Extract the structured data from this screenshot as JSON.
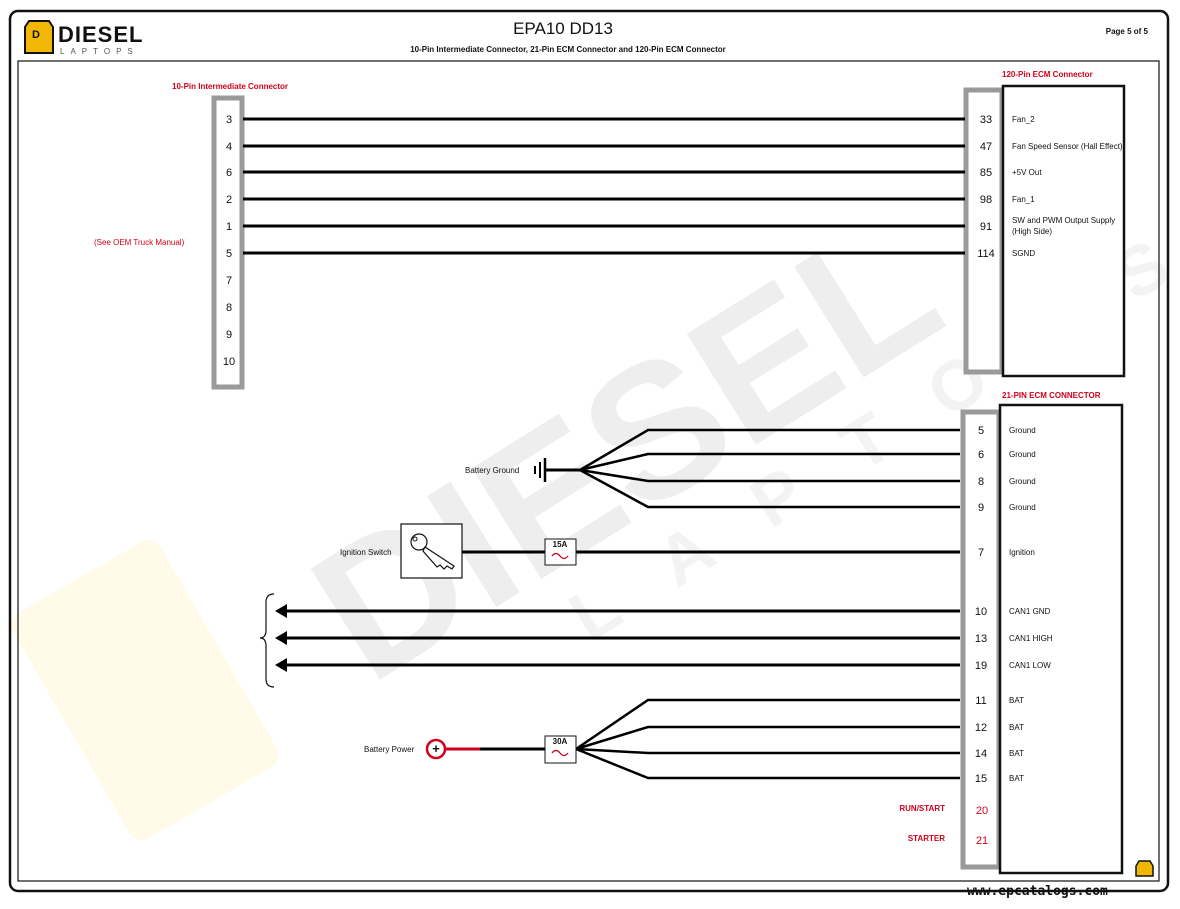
{
  "header": {
    "title": "EPA10 DD13",
    "subtitle": "10-Pin Intermediate Connector, 21-Pin ECM Connector and 120-Pin ECM Connector",
    "page": "Page 5 of 5"
  },
  "logo": {
    "name": "DIESEL",
    "sub": "LAPTOPS",
    "mark": "D"
  },
  "watermark": {
    "name": "DIESEL",
    "sub": "LAPTOPS"
  },
  "url": "www.epcatalogs.com",
  "intermediate_connector": {
    "title": "10-Pin Intermediate Connector",
    "note": "(See OEM Truck Manual)",
    "pins": [
      "3",
      "4",
      "6",
      "2",
      "1",
      "5",
      "7",
      "8",
      "9",
      "10"
    ]
  },
  "ecm120": {
    "title": "120-Pin ECM Connector",
    "pins": [
      {
        "pin": "33",
        "signal": "Fan_2"
      },
      {
        "pin": "47",
        "signal": "Fan Speed Sensor (Hall Effect)"
      },
      {
        "pin": "85",
        "signal": "+5V Out"
      },
      {
        "pin": "98",
        "signal": "Fan_1"
      },
      {
        "pin": "91",
        "signal": "SW and PWM Output Supply",
        "signal2": "(High Side)"
      },
      {
        "pin": "114",
        "signal": "SGND"
      }
    ]
  },
  "ecm21": {
    "title": "21-PIN ECM CONNECTOR",
    "ground_pins": [
      {
        "pin": "5",
        "signal": "Ground"
      },
      {
        "pin": "6",
        "signal": "Ground"
      },
      {
        "pin": "8",
        "signal": "Ground"
      },
      {
        "pin": "9",
        "signal": "Ground"
      }
    ],
    "ignition_pin": {
      "pin": "7",
      "signal": "Ignition"
    },
    "can_pins": [
      {
        "pin": "10",
        "signal": "CAN1 GND"
      },
      {
        "pin": "13",
        "signal": "CAN1 HIGH"
      },
      {
        "pin": "19",
        "signal": "CAN1 LOW"
      }
    ],
    "bat_pins": [
      {
        "pin": "11",
        "signal": "BAT"
      },
      {
        "pin": "12",
        "signal": "BAT"
      },
      {
        "pin": "14",
        "signal": "BAT"
      },
      {
        "pin": "15",
        "signal": "BAT"
      }
    ],
    "extra_pins": [
      {
        "pin": "20",
        "label": "RUN/START"
      },
      {
        "pin": "21",
        "label": "STARTER"
      }
    ]
  },
  "components": {
    "battery_ground": "Battery Ground",
    "ignition_switch": "Ignition Switch",
    "battery_power": "Battery Power",
    "fuse_ignition": "15A",
    "fuse_battery": "30A",
    "battery_symbol": "+"
  },
  "colors": {
    "accent_red": "#d0021b",
    "wire": "#000000",
    "connector_gray": "#9a9a9a",
    "logo_yellow": "#f2b705"
  }
}
